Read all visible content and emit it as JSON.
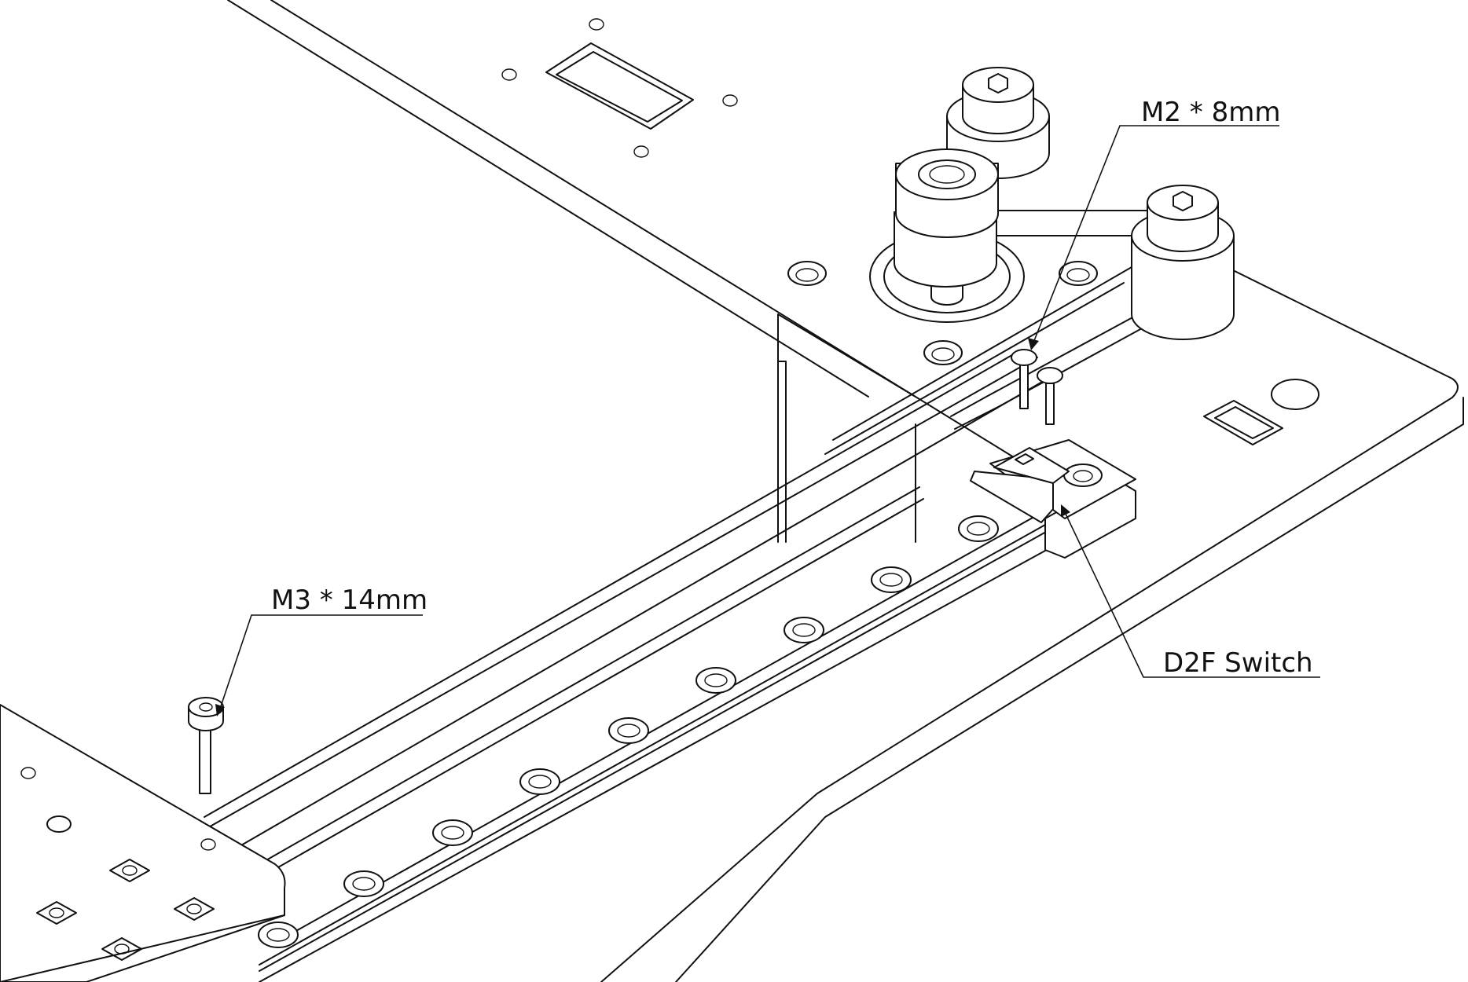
{
  "drawing": {
    "callouts": [
      {
        "id": "m2",
        "label": "M2 * 8mm"
      },
      {
        "id": "m3",
        "label": "M3 * 14mm"
      },
      {
        "id": "d2f",
        "label": "D2F Switch"
      }
    ]
  },
  "colors": {
    "line": "#111111",
    "background": "#ffffff"
  }
}
